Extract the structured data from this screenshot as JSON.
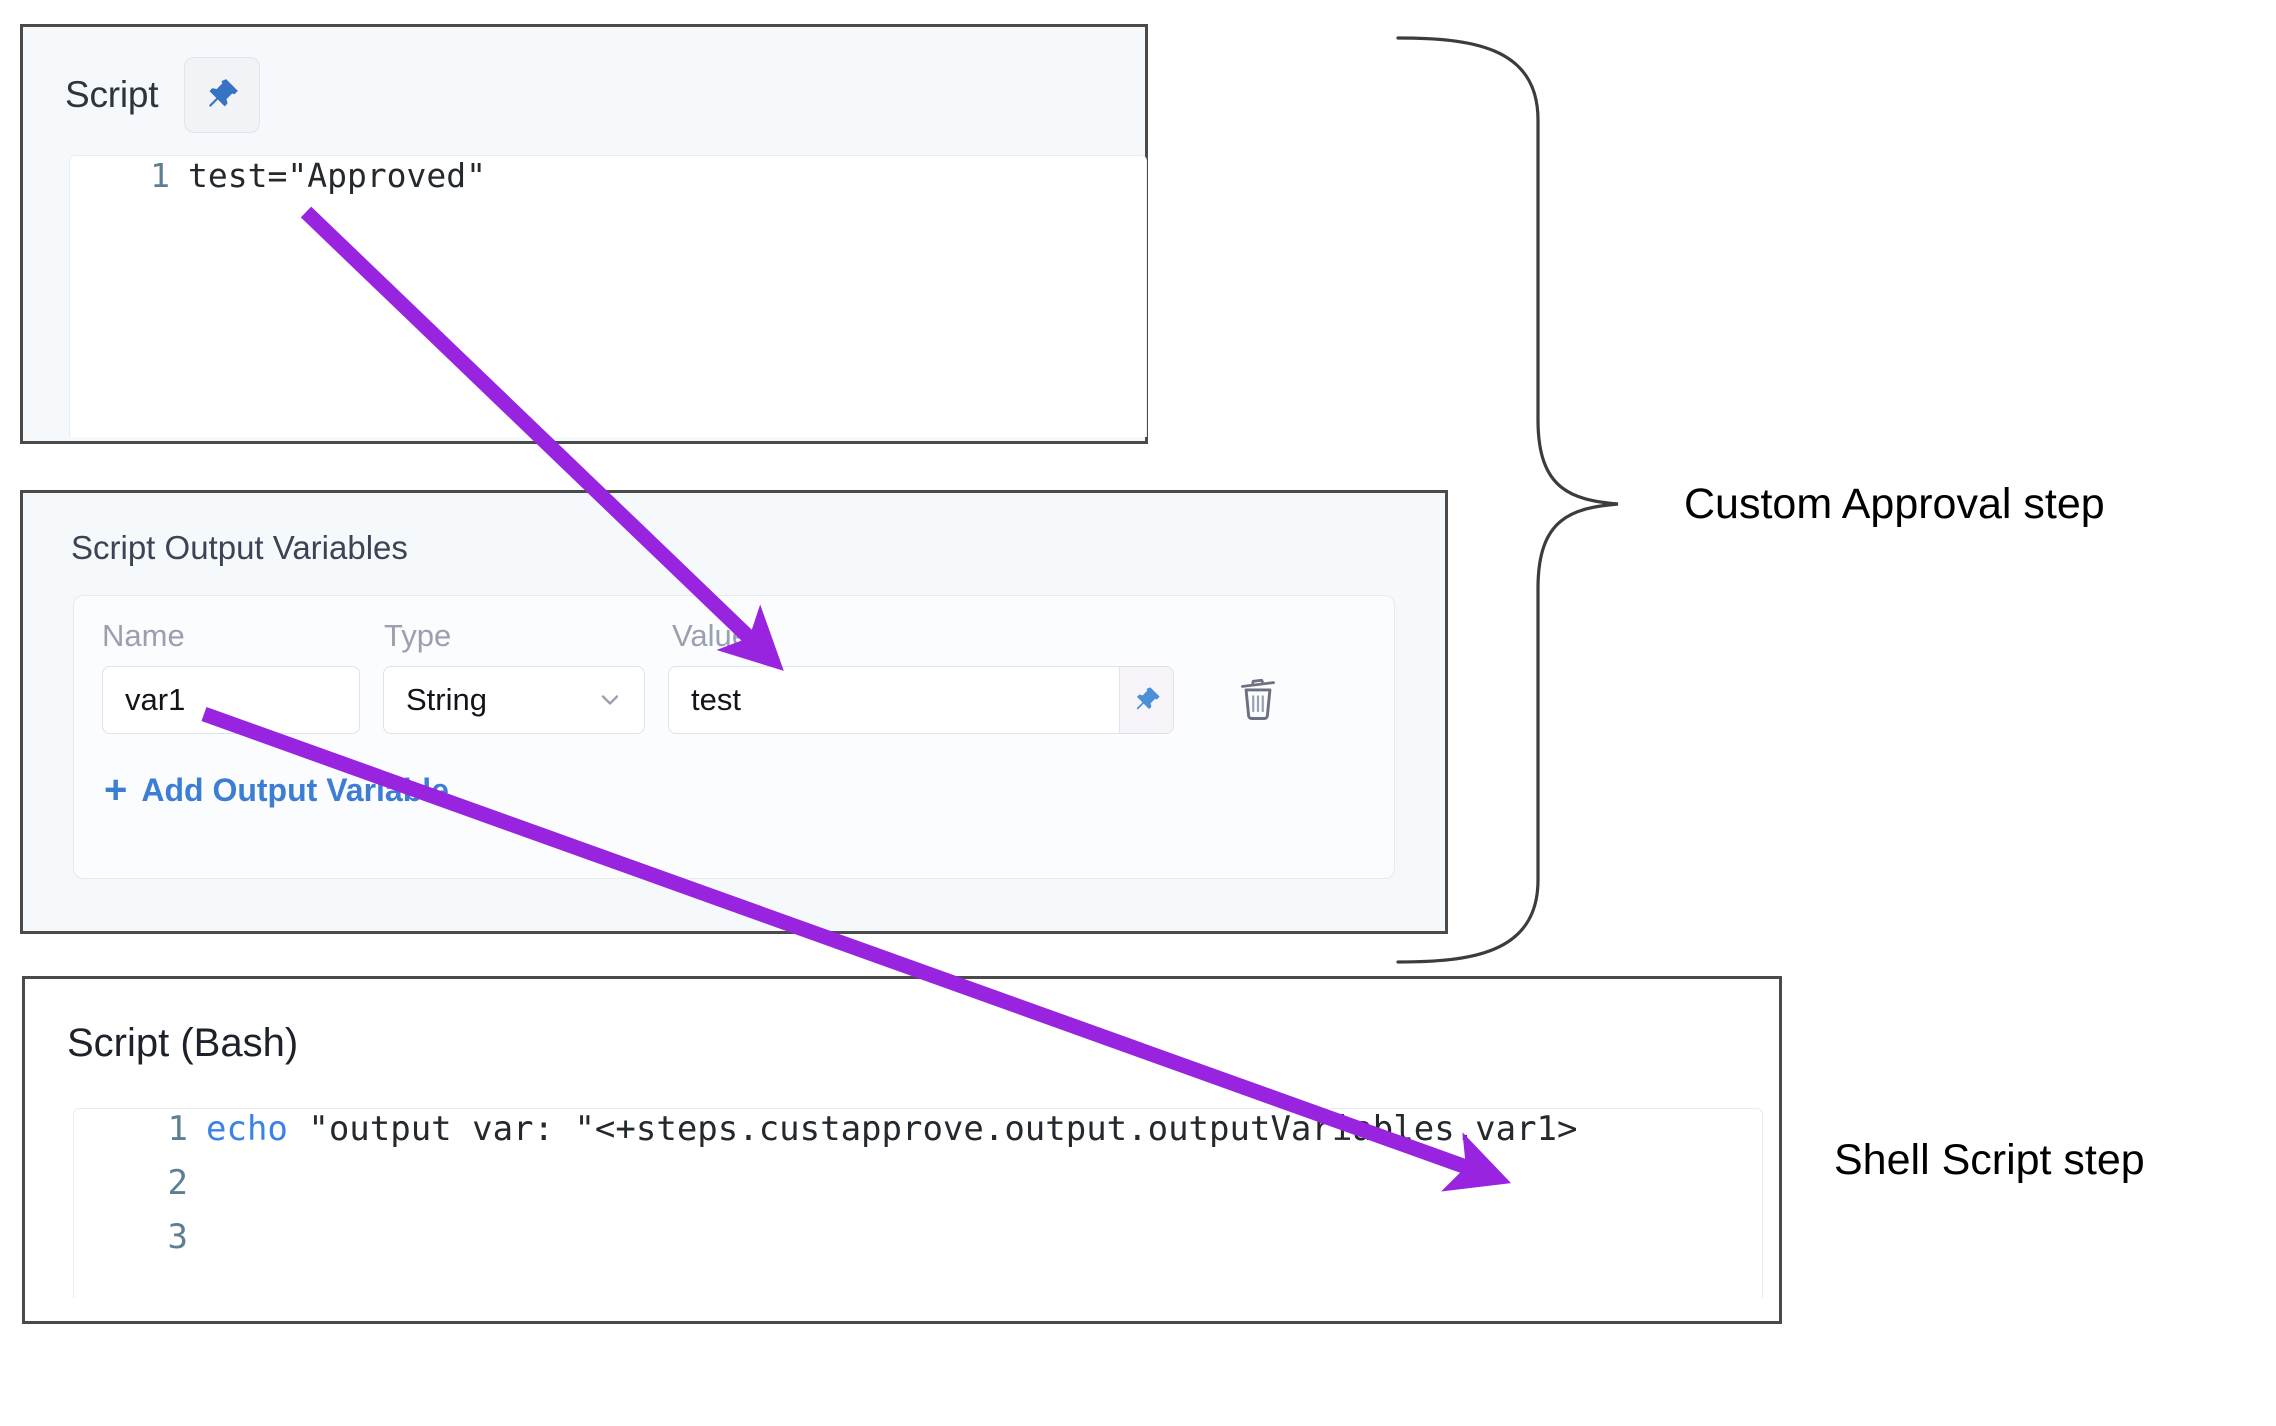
{
  "script_panel": {
    "title": "Script",
    "pin_icon": "pushpin-icon",
    "code": {
      "lines": [
        {
          "number": "1",
          "text": "test=\"Approved\""
        }
      ]
    }
  },
  "output_variables_panel": {
    "title": "Script Output Variables",
    "columns": {
      "name": "Name",
      "type": "Type",
      "value": "Value"
    },
    "rows": [
      {
        "name": "var1",
        "type": "String",
        "type_options": [
          "String"
        ],
        "value": "test",
        "pin_icon": "pushpin-icon",
        "chevron_icon": "chevron-down-icon",
        "delete_icon": "trash-icon"
      }
    ],
    "add_link": {
      "plus": "+",
      "label": "Add Output Variable"
    }
  },
  "bash_panel": {
    "title": "Script (Bash)",
    "code": {
      "lines": [
        {
          "number": "1",
          "keyword": "echo",
          "text": " \"output var: \"<+steps.custapprove.output.outputVariables.var1>"
        },
        {
          "number": "2",
          "text": ""
        },
        {
          "number": "3",
          "text": ""
        }
      ]
    }
  },
  "annotations": {
    "custom_approval_label": "Custom Approval step",
    "shell_script_label": "Shell Script step",
    "arrow_color": "#9924e0",
    "brace_color": "#3c3c3c"
  }
}
